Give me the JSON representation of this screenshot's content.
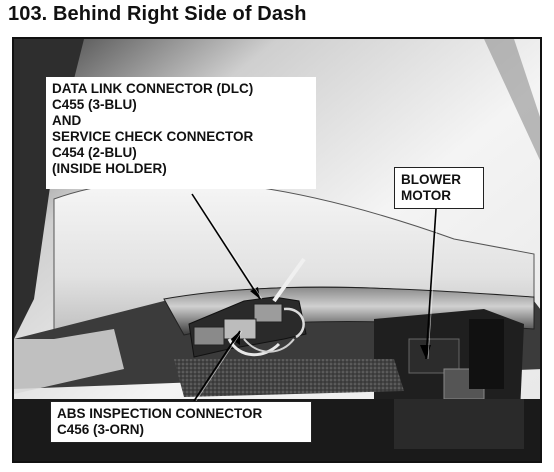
{
  "title": "103. Behind Right Side of Dash",
  "callouts": {
    "dlc": {
      "lines": [
        "DATA LINK CONNECTOR (DLC)",
        "C455 (3-BLU)",
        "AND",
        "SERVICE CHECK CONNECTOR",
        "C454 (2-BLU)",
        "(INSIDE HOLDER)"
      ]
    },
    "blower": {
      "lines": [
        "BLOWER",
        "MOTOR"
      ]
    },
    "abs": {
      "lines": [
        "ABS INSPECTION CONNECTOR",
        "C456 (3-ORN)"
      ]
    }
  },
  "colors": {
    "frame": "#111111",
    "photo_light": "#f2f2f2",
    "photo_mid": "#9a9a9a",
    "photo_dark": "#2a2a2a"
  }
}
